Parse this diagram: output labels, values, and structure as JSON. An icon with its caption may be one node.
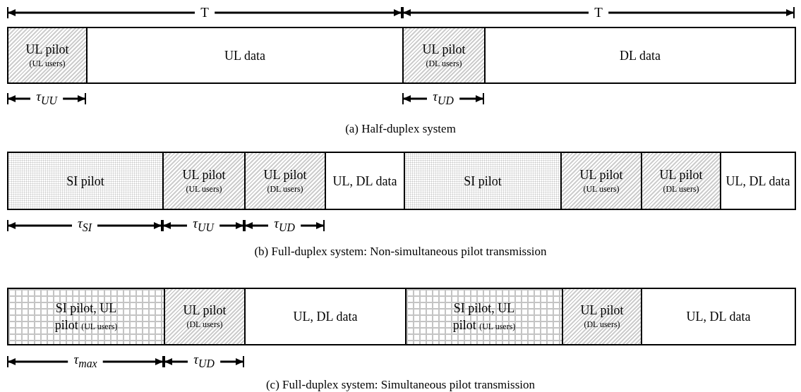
{
  "diagram": {
    "nodes": [
      {
        "text": [
          "UL pilot",
          "(UL users)"
        ]
      },
      {
        "text": [
          "UL data"
        ]
      },
      {
        "text": [
          "UL pilot",
          "(DL users)"
        ]
      },
      {
        "text": [
          "DL data"
        ]
      },
      {
        "text": [
          "SI pilot"
        ]
      },
      {
        "text": [
          "UL pilot",
          "(UL users)"
        ]
      },
      {
        "text": [
          "UL pilot",
          "(DL users)"
        ]
      },
      {
        "text": [
          "UL, DL data"
        ]
      },
      {
        "text": [
          "SI pilot"
        ]
      },
      {
        "text": [
          "UL pilot",
          "(UL users)"
        ]
      },
      {
        "text": [
          "UL pilot",
          "(DL users)"
        ]
      },
      {
        "text": [
          "UL, DL data"
        ]
      },
      {
        "text": [
          "SI pilot, UL pilot",
          "(UL users)"
        ]
      },
      {
        "text": [
          "UL pilot",
          "(DL users)"
        ]
      },
      {
        "text": [
          "UL, DL data"
        ]
      },
      {
        "text": [
          "SI pilot, UL pilot",
          "(UL users)"
        ]
      },
      {
        "text": [
          "UL pilot",
          "(DL users)"
        ]
      },
      {
        "text": [
          "UL, DL data"
        ]
      }
    ],
    "labels": [
      "T",
      "T",
      "τ$_{UU}$",
      "τ$_{UD}$",
      "(a) Half-duplex system",
      "τ$_{SI}$",
      "τ$_{UU}$",
      "τ$_{UD}$",
      "(b) Full-duplex system: Non-simultaneous pilot transmission",
      "τ$_{max}$",
      "τ$_{UD}$",
      "(c) Full-duplex system: Simultaneous pilot transmission"
    ]
  }
}
